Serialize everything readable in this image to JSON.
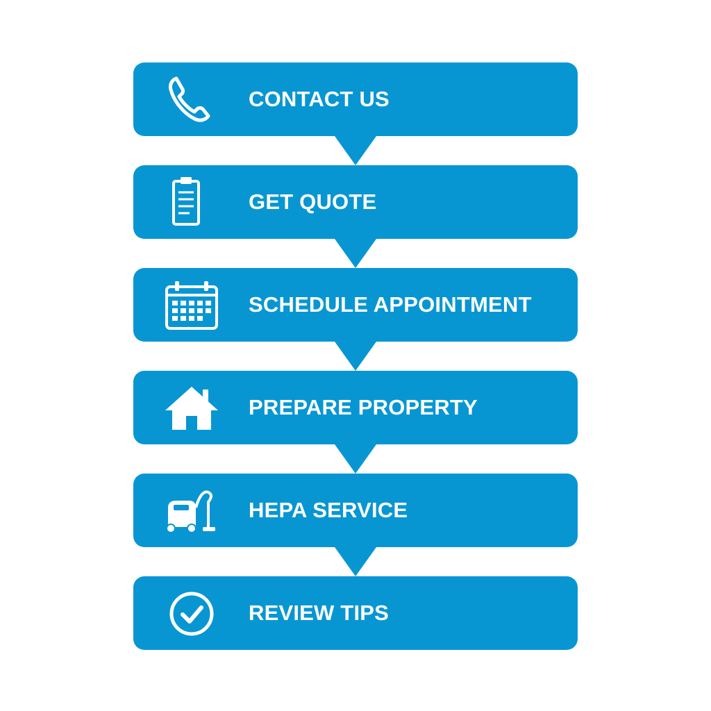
{
  "colors": {
    "step_fill": "#0896d3",
    "text": "#ffffff",
    "background": "#ffffff"
  },
  "steps": [
    {
      "label": "CONTACT US",
      "icon": "phone-icon"
    },
    {
      "label": "GET QUOTE",
      "icon": "clipboard-icon"
    },
    {
      "label": "SCHEDULE APPOINTMENT",
      "icon": "calendar-icon"
    },
    {
      "label": "PREPARE PROPERTY",
      "icon": "house-icon"
    },
    {
      "label": "HEPA SERVICE",
      "icon": "vacuum-icon"
    },
    {
      "label": "REVIEW TIPS",
      "icon": "checkmark-circle-icon"
    }
  ]
}
